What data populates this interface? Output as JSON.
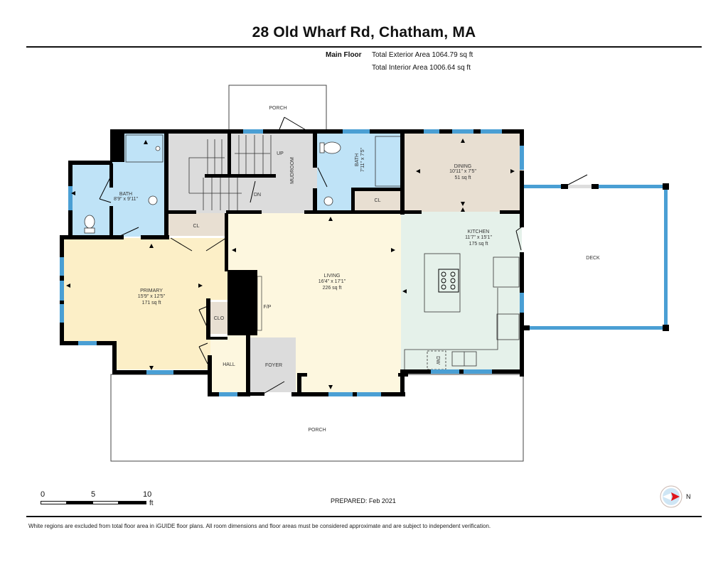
{
  "header": {
    "title": "28 Old Wharf Rd, Chatham, MA",
    "floor_label": "Main Floor",
    "total_exterior_area": "Total Exterior Area 1064.79 sq ft",
    "total_interior_area": "Total Interior Area 1006.64 sq ft"
  },
  "colors": {
    "wall": "#000000",
    "window": "#4a9fd4",
    "bath": "#bfe3f7",
    "primary": "#fcefc7",
    "living": "#fdf7df",
    "kitchen": "#e5f1ea",
    "dining": "#e8dfd2",
    "closet": "#e8dfd2",
    "stairs_mudroom": "#dcdcdc",
    "hall": "#fdf7df",
    "exterior": "#ffffff"
  },
  "rooms": {
    "porch_top": {
      "name": "PORCH"
    },
    "mudroom": {
      "name": "MUDROOM"
    },
    "stairs_up": {
      "name": "UP"
    },
    "stairs_down": {
      "name": "DN"
    },
    "bath_left": {
      "name": "BATH",
      "dims": "8'9\" x 9'11\""
    },
    "bath_center": {
      "name": "BATH",
      "dims": "7'11\" x 7'5\""
    },
    "closet_center": {
      "name": "CL"
    },
    "closet_left": {
      "name": "CL"
    },
    "dining": {
      "name": "DINING",
      "dims": "10'11\" x 7'5\"",
      "area": "51 sq ft"
    },
    "kitchen": {
      "name": "KITCHEN",
      "dims": "11'7\" x 15'1\"",
      "area": "175 sq ft",
      "dishwasher": "DW"
    },
    "living": {
      "name": "LIVING",
      "dims": "16'4\" x 17'1\"",
      "area": "226 sq ft",
      "fireplace": "F/P"
    },
    "primary": {
      "name": "PRIMARY",
      "dims": "15'9\" x 12'5\"",
      "area": "171 sq ft"
    },
    "clo": {
      "name": "CLO"
    },
    "hall": {
      "name": "HALL"
    },
    "foyer": {
      "name": "FOYER"
    },
    "deck": {
      "name": "DECK"
    },
    "porch_bottom": {
      "name": "PORCH"
    }
  },
  "scale_bar": {
    "ticks": [
      "0",
      "5",
      "10"
    ],
    "unit": "ft"
  },
  "footer": {
    "prepared": "PREPARED: Feb 2021",
    "compass_label": "N",
    "disclaimer": "White regions are excluded from total floor area in iGUIDE floor plans. All room dimensions and floor areas must be considered approximate and are subject to independent verification."
  }
}
